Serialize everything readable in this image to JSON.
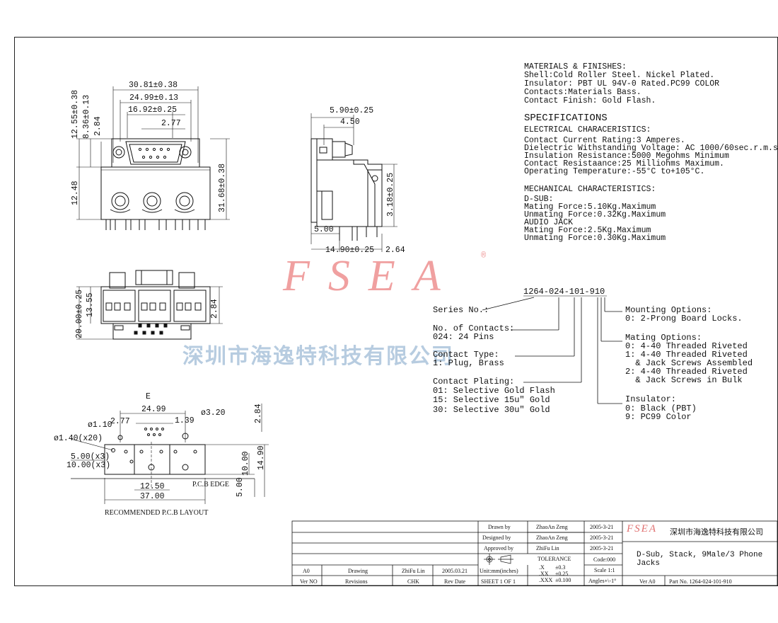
{
  "materials": {
    "heading": "MATERIALS & FINISHES:",
    "lines": [
      "Shell:Cold Roller Steel. Nickel Plated.",
      "Insulator: PBT UL 94V-0 Rated.PC99 COLOR",
      "Contacts:Materials Bass.",
      "Contact Finish: Gold Flash."
    ]
  },
  "specifications": {
    "heading": "SPECIFICATIONS",
    "electrical_heading": "ELECTRICAL CHARACERISTICS:",
    "electrical": [
      "Contact Current Rating:3 Amperes.",
      "Dielectric Withstanding Voltage: AC 1000/60sec.r.m.s.",
      "Insulation Resistance:5000 Megohms Minimum",
      "Contact Resistaance:25 Milliohms Maximum.",
      "Operating Temperature:-55°C to+105°C."
    ],
    "mechanical_heading": "MECHANICAL CHARACTERISTICS:",
    "mechanical": [
      "D-SUB:",
      "Mating Force:5.10Kg.Maximum",
      "Unmating Force:0.32Kg.Maximum",
      "AUDIO JACK",
      "Mating Force:2.5Kg.Maximum",
      "Unmating Force:0.30Kg.Maximum"
    ]
  },
  "watermark": {
    "logo": "FSEA",
    "registered": "®",
    "company": "深圳市海逸特科技有限公司"
  },
  "part_number_code": "1264-024-101-910",
  "part_breakdown": {
    "series_label": "Series No.:",
    "contacts": [
      "No. of Contacts:",
      "024: 24 Pins"
    ],
    "contact_type": [
      "Contact Type:",
      "1: Plug, Brass"
    ],
    "contact_plating": [
      "Contact Plating:",
      "01: Selective Gold Flash",
      "15: Selective 15u\" Gold",
      "30: Selective 30u\" Gold"
    ],
    "mounting": [
      "Mounting Options:",
      "0: 2-Prong Board Locks."
    ],
    "mating": [
      "Mating Options:",
      "0: 4-40 Threaded Riveted",
      "1: 4-40 Threaded Riveted",
      "  & Jack Screws Assembled",
      "2: 4-40 Threaded Riveted",
      "  & Jack Screws in Bulk"
    ],
    "insulator": [
      "Insulator:",
      "0: Black (PBT)",
      "9: PC99 Color"
    ]
  },
  "dimensions": {
    "front_top": [
      "30.81±0.38",
      "24.99±0.13",
      "16.92±0.25",
      "2.77"
    ],
    "front_left": [
      "12.55±0.38",
      "8.36±0.13",
      "2.84",
      "12.48"
    ],
    "front_right": "31.68±0.38",
    "side": [
      "5.90±0.25",
      "4.50",
      "3.18±0.25",
      "5.00",
      "14.90±0.25",
      "2.64"
    ],
    "bottom_left": [
      "20.00±0.25",
      "13.55"
    ],
    "bottom_right": "2.84",
    "pcb": [
      "E",
      "24.99",
      "ø1.10",
      "2.77",
      "1.39",
      "ø3.20",
      "ø1.40(x20)",
      "5.00(x3)",
      "10.00(x3)",
      "12.50",
      "37.00",
      "10.00",
      "14.90",
      "5.00",
      "2.84"
    ],
    "pcb_edge": "P.C.B EDGE",
    "pcb_caption": "RECOMMENDED P.C.B LAYOUT"
  },
  "title_block": {
    "drawn_label": "Drawn by",
    "drawn_name": "ZhaoAn Zeng",
    "drawn_date": "2005-3-21",
    "designed_label": "Designed by",
    "designed_name": "ZhaoAn Zeng",
    "designed_date": "2005-3-21",
    "approved_label": "Approved by",
    "approved_name": "ZhiFu Lin",
    "approved_date": "2005-3-21",
    "logo": "FSEA",
    "company": "深圳市海逸特科技有限公司",
    "tolerance_label": "TOLERANCE",
    "tol_x": ".X",
    "tol_x_val": "±0.3",
    "tol_xx": ".XX",
    "tol_xx_val": "±0.25",
    "tol_xxx": ".XXX",
    "tol_xxx_val": "±0.100",
    "code": "Code:000",
    "scale": "Scale 1:1",
    "angles": "Angles+\\-1°",
    "description": "D-Sub, Stack, 9Male/3 Phone Jacks",
    "rev_row": [
      "A0",
      "Drawing",
      "ZhiFu Lin",
      "2005.03.21"
    ],
    "headers": [
      "Ver NO",
      "Revisions",
      "CHK",
      "Rev Date"
    ],
    "units": "Unit:mm(inches)",
    "sheet": "SHEET 1 OF 1",
    "ver": "Ver A0",
    "part_no": "Part No. 1264-024-101-910"
  }
}
